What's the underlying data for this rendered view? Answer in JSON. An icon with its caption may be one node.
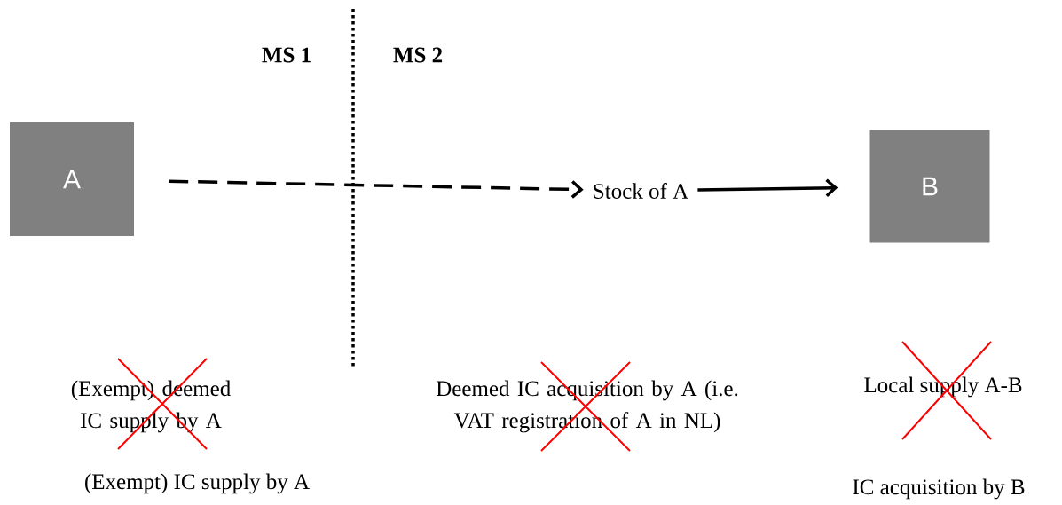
{
  "diagram": {
    "nodes": [
      {
        "text": [
          "A"
        ]
      },
      {
        "text": [
          "Stock of A"
        ]
      },
      {
        "text": [
          "B"
        ]
      }
    ],
    "edges": [
      {
        "from": 0,
        "to": 1,
        "arrow": "to",
        "style": "dashed"
      },
      {
        "from": 1,
        "to": 2,
        "arrow": "to"
      }
    ],
    "labels": [
      "MS 1",
      "MS 2",
      "(Exempt) deemed IC supply by A",
      "Deemed IC acquisition by A (i.e. VAT registration of A in NL)",
      "Local supply A-B",
      "(Exempt) IC supply by A",
      "IC acquisition by B"
    ]
  }
}
